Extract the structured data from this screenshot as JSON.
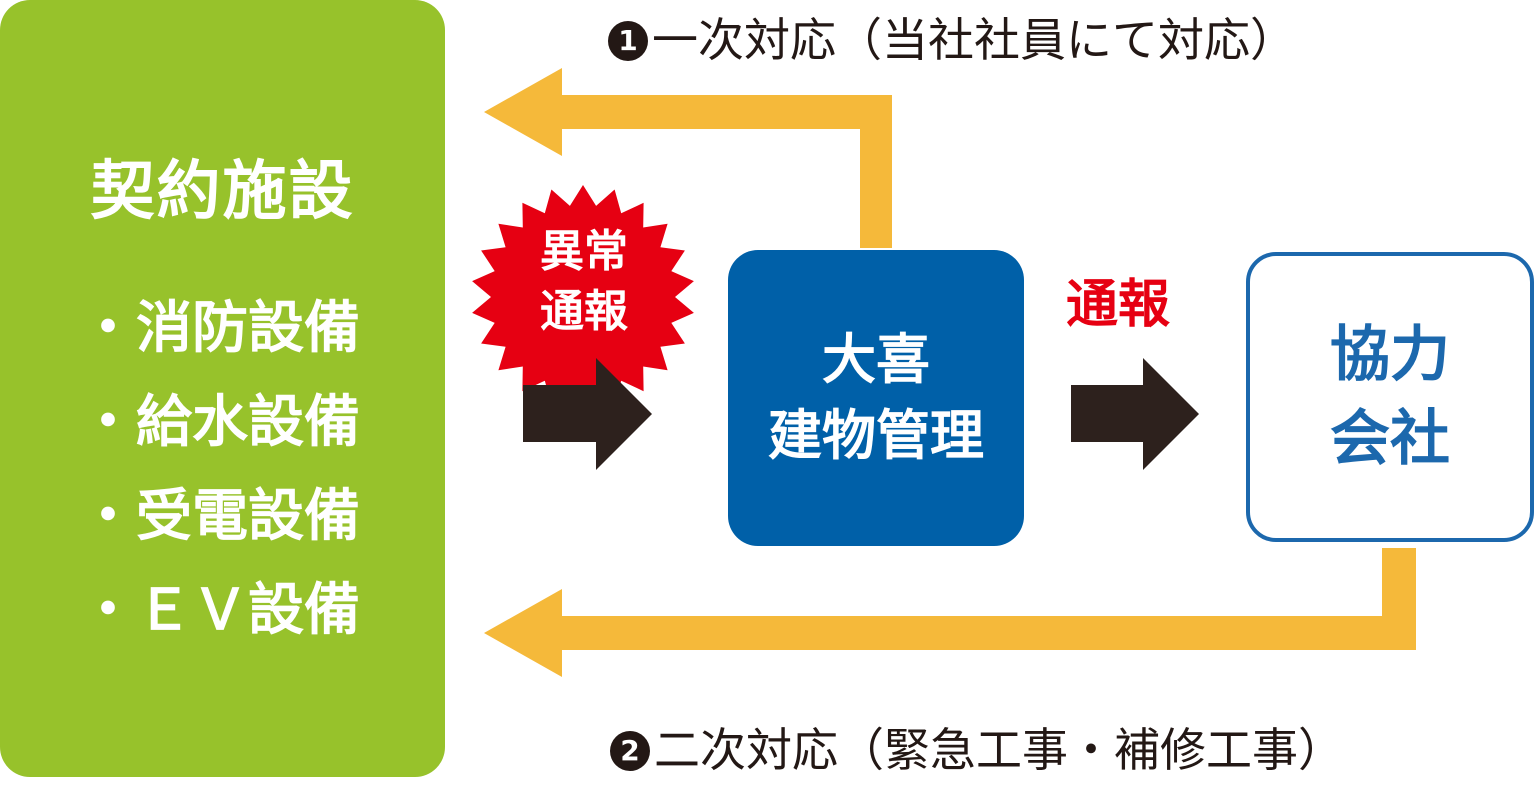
{
  "facility": {
    "title": "契約施設",
    "items": [
      "・消防設備",
      "・給水設備",
      "・受電設備",
      "・ＥＶ設備"
    ]
  },
  "alert": {
    "line1": "異常",
    "line2": "通報"
  },
  "daiki": {
    "line1": "大喜",
    "line2": "建物管理"
  },
  "partner": {
    "line1": "協力",
    "line2": "会社"
  },
  "notify_label": "通報",
  "first_response": {
    "number": "1",
    "text": "一次対応（当社社員にて対応）"
  },
  "second_response": {
    "number": "2",
    "text": "二次対応（緊急工事・補修工事）"
  },
  "colors": {
    "green": "#97c22b",
    "blue": "#0060a8",
    "partner_blue": "#1c68ad",
    "orange": "#f5b93a",
    "red": "#e60012",
    "dark": "#2d211d"
  }
}
